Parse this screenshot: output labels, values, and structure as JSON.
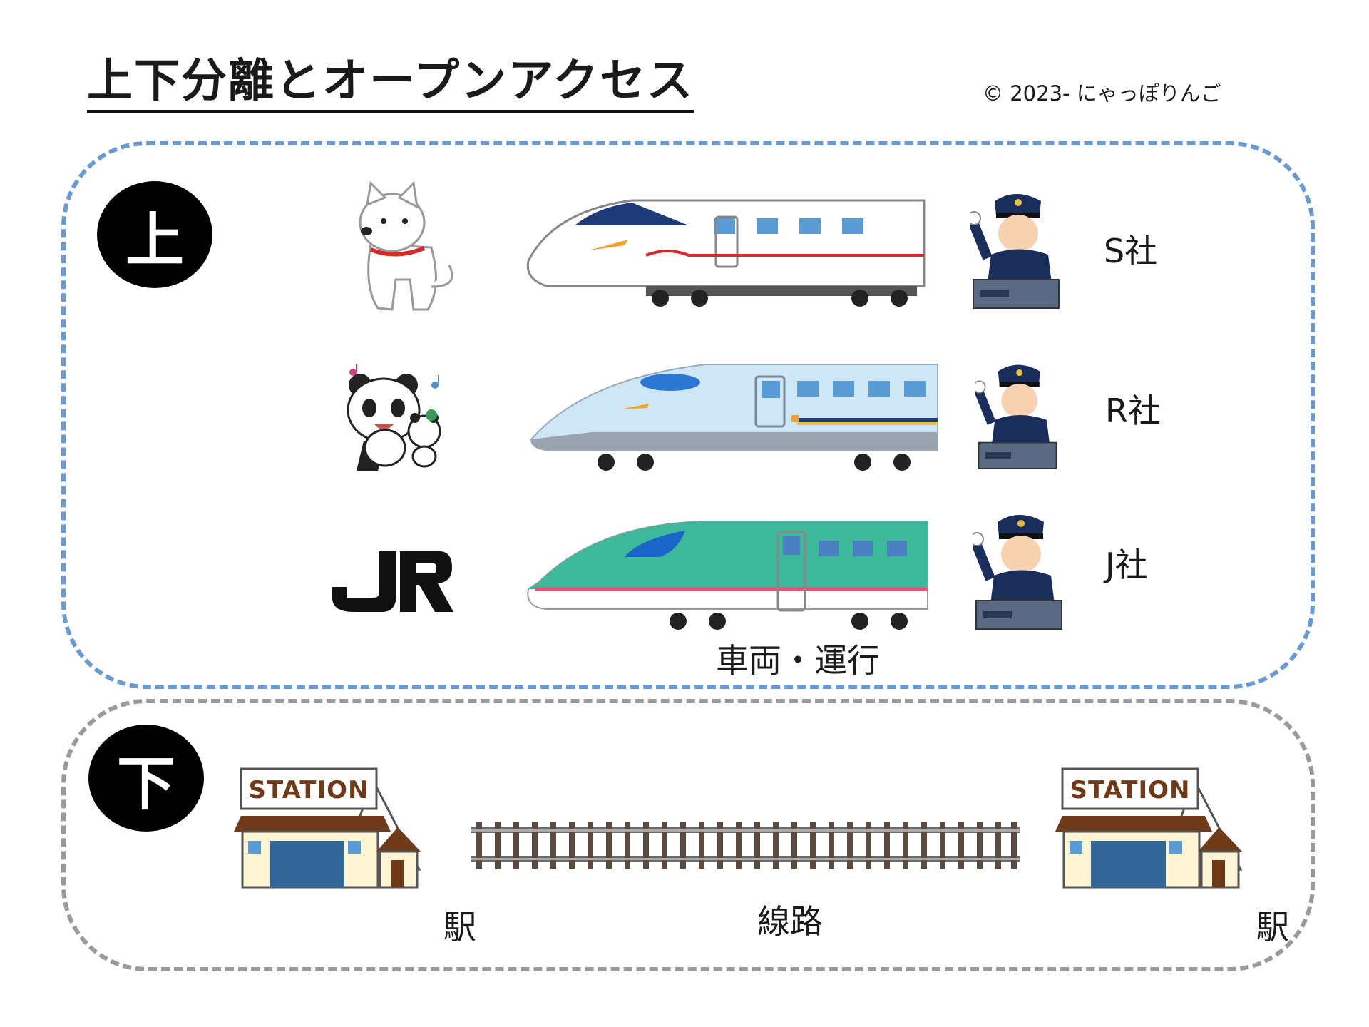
{
  "header": {
    "title": "上下分離とオープンアクセス",
    "copyright": "© 2023- にゃっぽりんご"
  },
  "upper": {
    "badge": "上",
    "rows": [
      {
        "company": "S社",
        "logo": "white-dog-icon"
      },
      {
        "company": "R社",
        "logo": "panda-mascots-icon"
      },
      {
        "company": "J社",
        "logo": "jr-logo"
      }
    ],
    "caption": "車両・運行"
  },
  "lower": {
    "badge": "下",
    "station_sign": "STATION",
    "station_left_label": "駅",
    "track_label": "線路",
    "station_right_label": "駅"
  },
  "colors": {
    "upper_border": "#6a9ad2",
    "lower_border": "#9a9a9a",
    "train_s_accent": "#d42a2a",
    "train_r_body": "#cfe6f6",
    "train_j_body": "#3db89a"
  }
}
